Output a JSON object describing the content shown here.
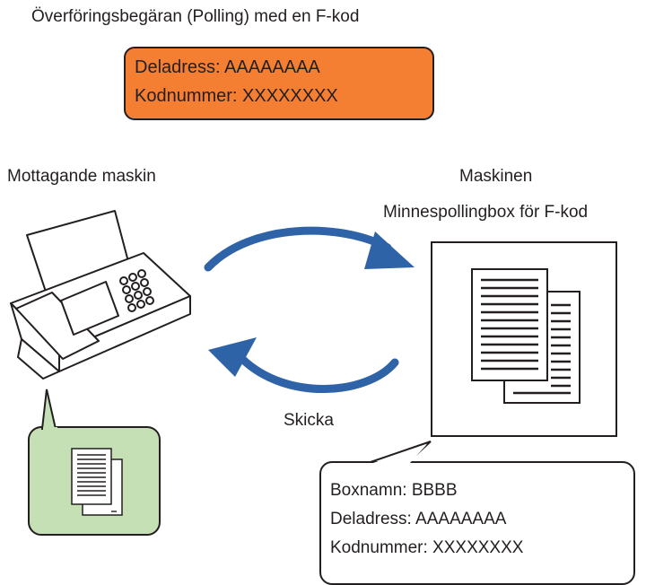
{
  "title": "Överföringsbegäran (Polling) med en F-kod",
  "request_box": {
    "line1": "Deladress: AAAAAAAA",
    "line2": "Kodnummer: XXXXXXXX",
    "fill": "#f47f33"
  },
  "receiving_machine_label": "Mottagande maskin",
  "machine_label": "Maskinen",
  "polling_box_label": "Minnespollingbox för F-kod",
  "send_label": "Skicka",
  "info_box": {
    "line1": "Boxnamn: BBBB",
    "line2": "Deladress: AAAAAAAA",
    "line3": "Kodnummer: XXXXXXXX"
  },
  "colors": {
    "arrow": "#2f63a8",
    "bubble": "#c4e0b4",
    "outline": "#231f20"
  },
  "icons": [
    "fax-machine-icon",
    "document-stack-icon",
    "document-stack-small-icon",
    "curved-arrow-right-icon",
    "curved-arrow-left-icon"
  ]
}
